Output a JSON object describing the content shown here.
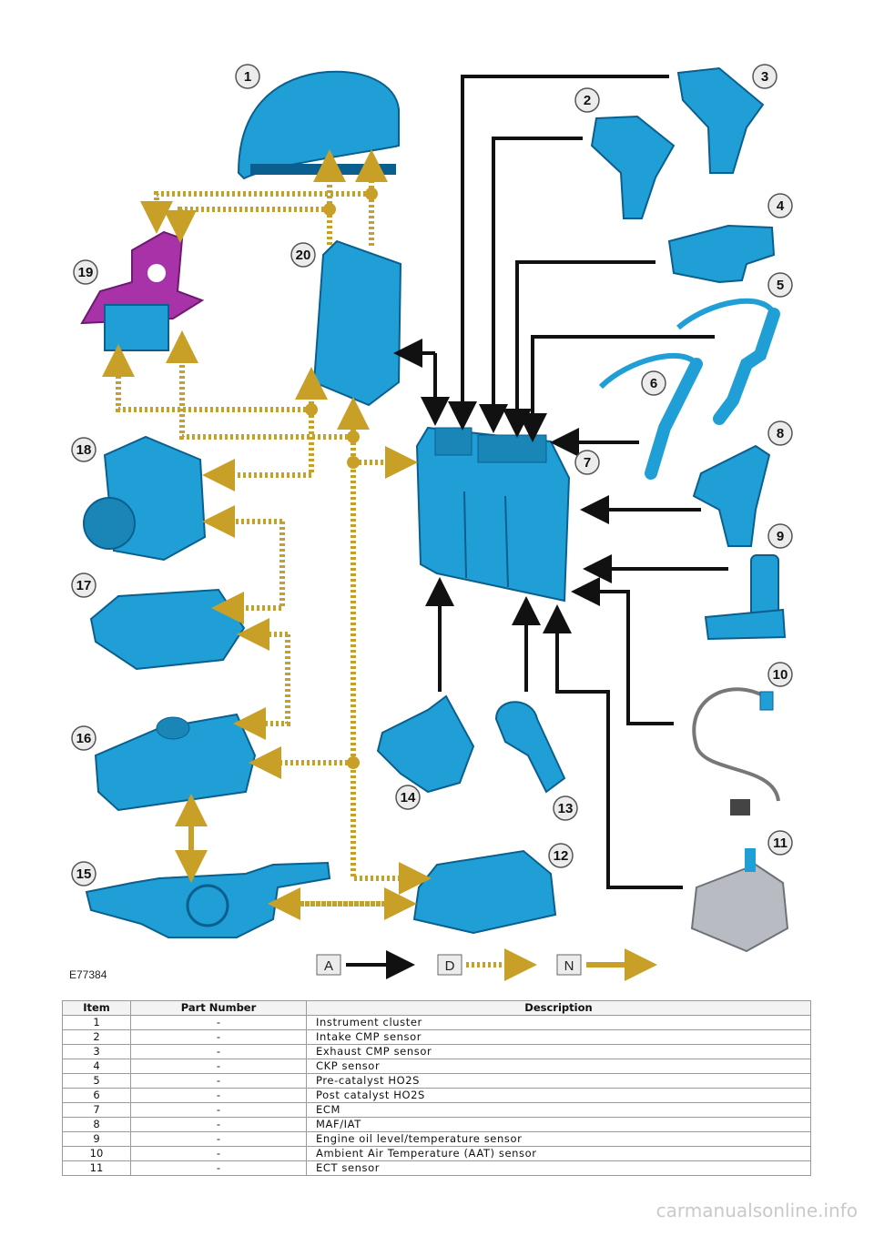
{
  "figure": {
    "id": "E77384",
    "callouts": [
      "1",
      "2",
      "3",
      "4",
      "5",
      "6",
      "7",
      "8",
      "9",
      "10",
      "11",
      "12",
      "13",
      "14",
      "15",
      "16",
      "17",
      "18",
      "19",
      "20"
    ],
    "legend": [
      "A",
      "D",
      "N"
    ]
  },
  "table": {
    "headers": {
      "item": "Item",
      "part": "Part Number",
      "desc": "Description"
    },
    "rows": [
      {
        "item": "1",
        "part": "-",
        "desc": "Instrument cluster"
      },
      {
        "item": "2",
        "part": "-",
        "desc": "Intake CMP sensor"
      },
      {
        "item": "3",
        "part": "-",
        "desc": "Exhaust CMP sensor"
      },
      {
        "item": "4",
        "part": "-",
        "desc": "CKP sensor"
      },
      {
        "item": "5",
        "part": "-",
        "desc": "Pre-catalyst HO2S"
      },
      {
        "item": "6",
        "part": "-",
        "desc": "Post catalyst HO2S"
      },
      {
        "item": "7",
        "part": "-",
        "desc": "ECM"
      },
      {
        "item": "8",
        "part": "-",
        "desc": "MAF/IAT"
      },
      {
        "item": "9",
        "part": "-",
        "desc": "Engine oil level/temperature sensor"
      },
      {
        "item": "10",
        "part": "-",
        "desc": "Ambient Air Temperature (AAT) sensor"
      },
      {
        "item": "11",
        "part": "-",
        "desc": "ECT sensor"
      }
    ]
  },
  "watermark": "carmanualsonline.info",
  "colors": {
    "component": "#1f9fd6",
    "component_dark": "#0b5f8e",
    "bus": "#c8a028",
    "bus_dot": "#f3ead0",
    "bracket": "#a833a8",
    "wire": "#111111"
  }
}
